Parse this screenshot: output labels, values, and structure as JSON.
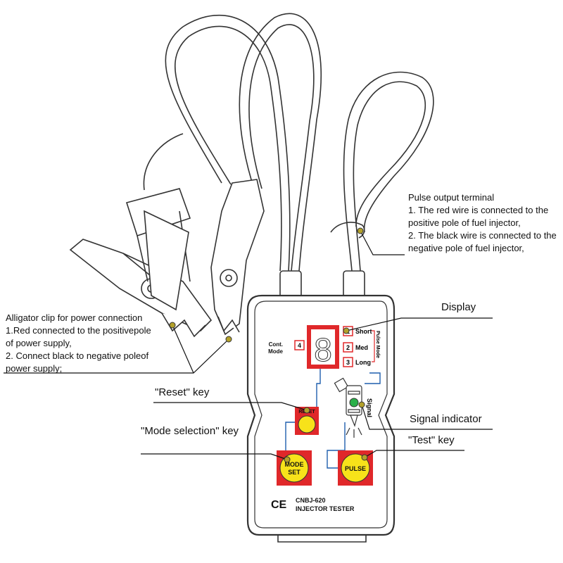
{
  "annotations": {
    "pulse_output": {
      "title": "Pulse output terminal",
      "lines": [
        "1. The red wire is connected to the",
        "positive pole of fuel injector,",
        "2. The black wire is connected to the",
        "negative pole of fuel injector,"
      ]
    },
    "alligator": {
      "title": "Alligator clip for power connection",
      "lines": [
        "1.Red connected to the positivepole",
        "of power supply,",
        "2. Connect black to negative poleof",
        "power supply;"
      ]
    },
    "display": "Display",
    "reset_key": "\"Reset\" key",
    "mode_key": "\"Mode selection\" key",
    "signal_indicator": "Signal indicator",
    "test_key": "\"Test\" key"
  },
  "device": {
    "cont_mode_line1": "Cont.",
    "cont_mode_line2": "Mode",
    "cont_mode_number": "4",
    "seven_segment": "8",
    "pulse_modes": [
      {
        "number": "1",
        "label": "Short"
      },
      {
        "number": "2",
        "label": "Med"
      },
      {
        "number": "3",
        "label": "Long"
      }
    ],
    "pulse_mode_label": "Pulse Mode",
    "signal_label": "Signal",
    "reset_button": "RESET",
    "mode_button_line1": "MODE",
    "mode_button_line2": "SET",
    "pulse_button": "PULSE",
    "ce_mark": "CE",
    "model": "CNBJ-620",
    "product_name": "INJECTOR TESTER"
  },
  "colors": {
    "accent_red": "#e0282a",
    "button_yellow": "#f7e21a",
    "marker_olive": "#b3a12a",
    "callout_blue": "#1f5fae",
    "indicator_green": "#2bb04a"
  }
}
